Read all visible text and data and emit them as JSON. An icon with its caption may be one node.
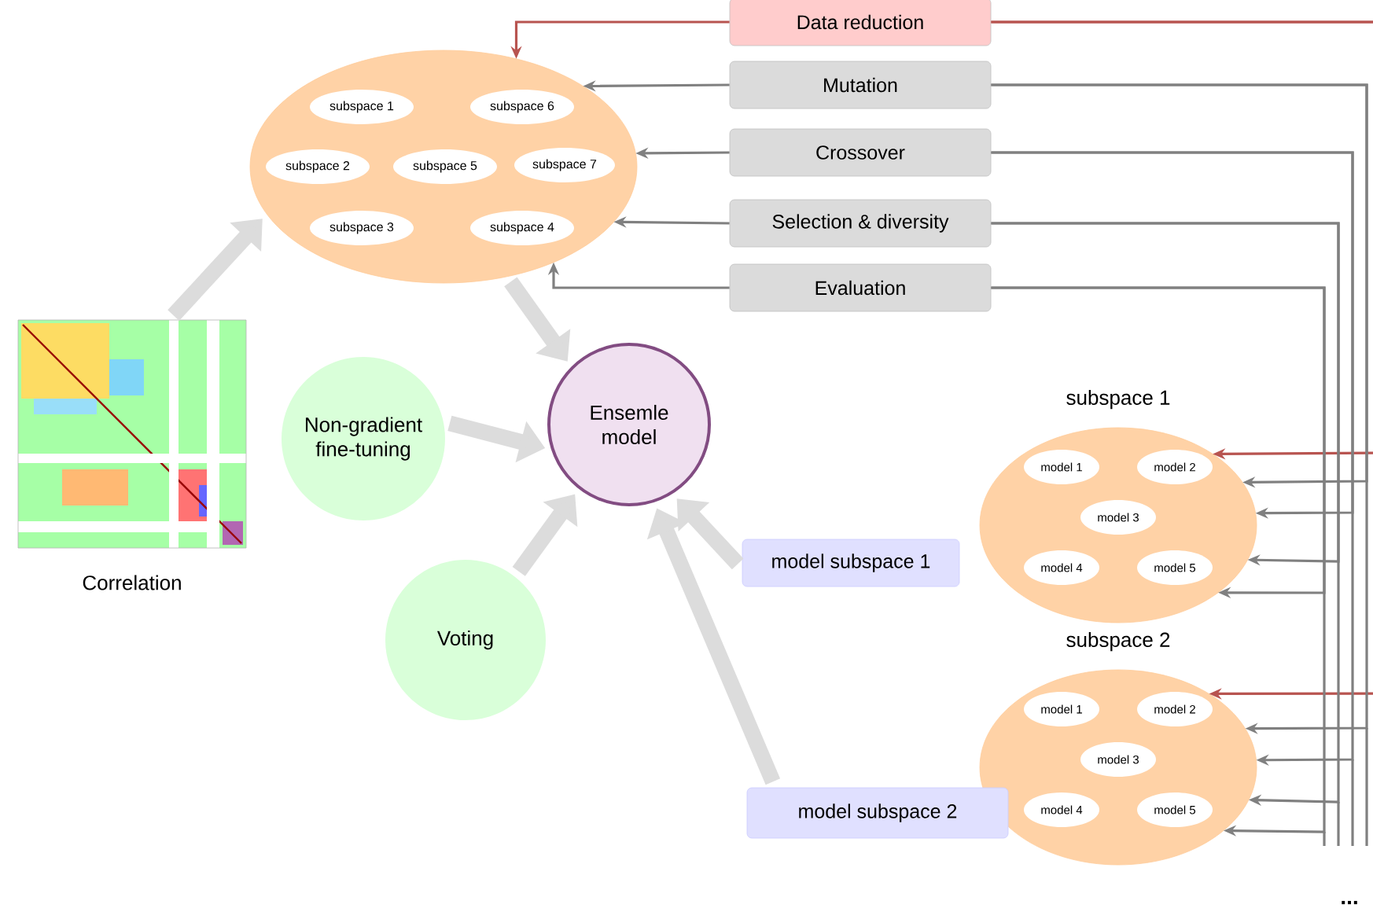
{
  "diagram": {
    "nodes": [
      {
        "text": [],
        "shape": "ellipse"
      },
      {
        "text": [
          "subspace 1"
        ],
        "in": 0
      },
      {
        "text": [
          "subspace 6"
        ],
        "in": 0
      },
      {
        "text": [
          "subspace 2"
        ],
        "in": 0
      },
      {
        "text": [
          "subspace 5"
        ],
        "in": 0
      },
      {
        "text": [
          "subspace 7"
        ],
        "in": 0
      },
      {
        "text": [
          "subspace 3"
        ],
        "in": 0
      },
      {
        "text": [
          "subspace 4"
        ],
        "in": 0
      },
      {
        "text": [
          "Data reduction"
        ]
      },
      {
        "text": [
          "Mutation"
        ]
      },
      {
        "text": [
          "Crossover"
        ]
      },
      {
        "text": [
          "Selection & diversity"
        ]
      },
      {
        "text": [
          "Evaluation"
        ]
      },
      {
        "text": [],
        "shape": "picture",
        "beside": [
          "Correlation"
        ]
      },
      {
        "text": [
          "Non-gradient fine-tuning"
        ]
      },
      {
        "text": [
          "Ensemle model"
        ]
      },
      {
        "text": [
          "Voting"
        ]
      },
      {
        "text": [
          "subspace 1"
        ]
      },
      {
        "text": [
          "model 1"
        ],
        "in": 17
      },
      {
        "text": [
          "model 2"
        ],
        "in": 17
      },
      {
        "text": [
          "model 3"
        ],
        "in": 17
      },
      {
        "text": [
          "model 4"
        ],
        "in": 17
      },
      {
        "text": [
          "model 5"
        ],
        "in": 17
      },
      {
        "text": [
          "model subspace 1"
        ]
      },
      {
        "text": [
          "subspace 2"
        ]
      },
      {
        "text": [
          "model 1"
        ],
        "in": 24
      },
      {
        "text": [
          "model 2"
        ],
        "in": 24
      },
      {
        "text": [
          "model 3"
        ],
        "in": 24
      },
      {
        "text": [
          "model 4"
        ],
        "in": 24
      },
      {
        "text": [
          "model 5"
        ],
        "in": 24
      },
      {
        "text": [
          "model subspace 2"
        ]
      }
    ],
    "edges": [
      {
        "from": 8,
        "to": 0,
        "arrow": "to",
        "color": "#b85450"
      },
      {
        "from": 9,
        "to": 0,
        "arrow": "to"
      },
      {
        "from": 10,
        "to": 0,
        "arrow": "to"
      },
      {
        "from": 11,
        "to": 0,
        "arrow": "to"
      },
      {
        "from": 12,
        "to": 0,
        "arrow": "to"
      },
      {
        "from": 8,
        "to": 17,
        "arrow": "to",
        "color": "#b85450"
      },
      {
        "from": 9,
        "to": 17,
        "arrow": "to"
      },
      {
        "from": 10,
        "to": 17,
        "arrow": "to"
      },
      {
        "from": 11,
        "to": 17,
        "arrow": "to"
      },
      {
        "from": 12,
        "to": 17,
        "arrow": "to"
      },
      {
        "from": 8,
        "to": 24,
        "arrow": "to",
        "color": "#b85450"
      },
      {
        "from": 9,
        "to": 24,
        "arrow": "to"
      },
      {
        "from": 10,
        "to": 24,
        "arrow": "to"
      },
      {
        "from": 11,
        "to": 24,
        "arrow": "to"
      },
      {
        "from": 12,
        "to": 24,
        "arrow": "to"
      },
      {
        "from": 13,
        "to": 0,
        "arrow": "to",
        "style": "thick",
        "color": "#dcdcdc"
      },
      {
        "from": 0,
        "to": 15,
        "arrow": "to",
        "style": "thick",
        "color": "#dcdcdc"
      },
      {
        "from": 14,
        "to": 15,
        "arrow": "to",
        "style": "thick",
        "color": "#dcdcdc"
      },
      {
        "from": 16,
        "to": 15,
        "arrow": "to",
        "style": "thick",
        "color": "#dcdcdc"
      },
      {
        "from": 23,
        "to": 15,
        "arrow": "to",
        "style": "thick",
        "color": "#dcdcdc"
      },
      {
        "from": 30,
        "to": 15,
        "arrow": "to",
        "style": "thick",
        "color": "#dcdcdc"
      }
    ],
    "labels": [
      "..."
    ]
  }
}
